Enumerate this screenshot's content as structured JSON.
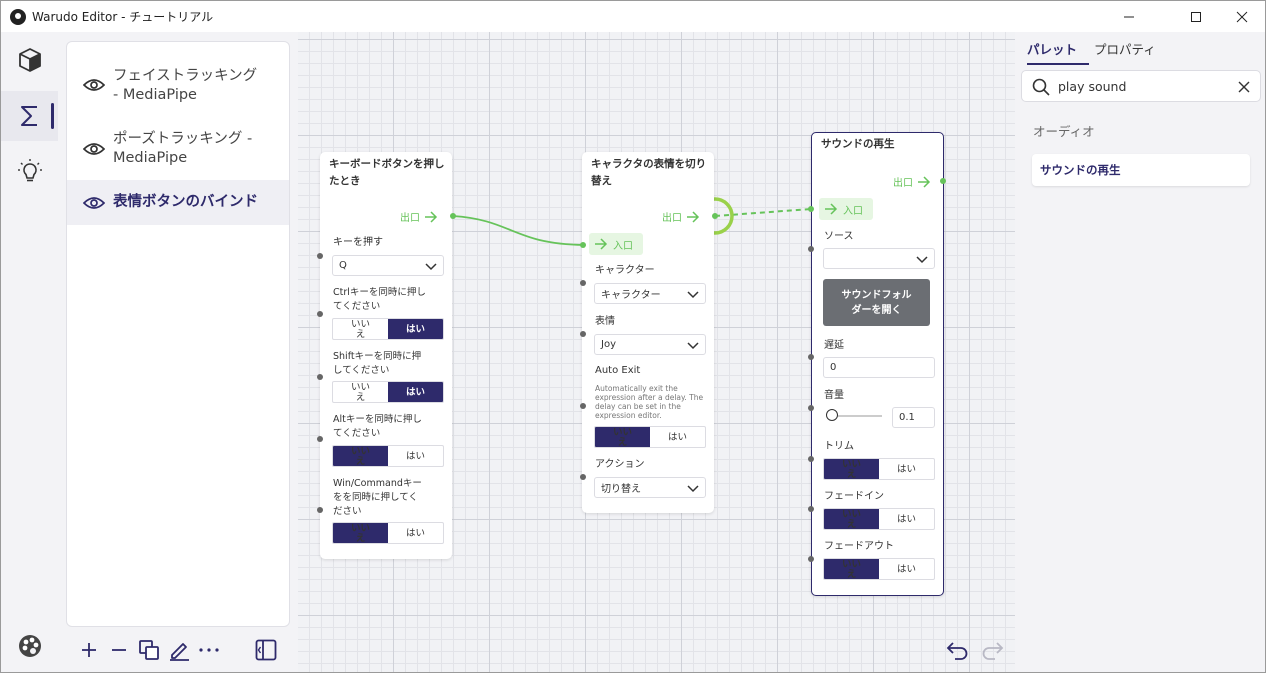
{
  "window": {
    "title": "Warudo Editor - チュートリアル",
    "controls": [
      "minimize-icon",
      "maximize-icon",
      "close-icon"
    ]
  },
  "rail": {
    "items": [
      {
        "icon": "cube-icon"
      },
      {
        "icon": "sigma-icon",
        "active": true
      },
      {
        "icon": "lightbulb-icon"
      }
    ],
    "footer_icon": "palette-icon"
  },
  "outline": {
    "items": [
      {
        "label1": "フェイストラッキング",
        "label2": "- MediaPipe",
        "selected": false
      },
      {
        "label1": "ポーズトラッキング -",
        "label2": "MediaPipe",
        "selected": false
      },
      {
        "label1": "表情ボタンのバインド",
        "label2": "",
        "selected": true
      }
    ],
    "toolbar": [
      "plus-icon",
      "minus-icon",
      "copy-icon",
      "pen-icon",
      "more-icon",
      "collapse-sidebar-icon"
    ]
  },
  "nodes": {
    "keyboard": {
      "title1": "キーボードボタンを押し",
      "title2": "たとき",
      "flow_out": "出口",
      "key_label": "キーを押す",
      "key_value": "Q",
      "ctrl_label1": "Ctrlキーを同時に押し",
      "ctrl_label2": "てください",
      "shift_label1": "Shiftキーを同時に押",
      "shift_label2": "してください",
      "alt_label1": "Altキーを同時に押し",
      "alt_label2": "てください",
      "win_label1": "Win/Commandキー",
      "win_label2": "をを同時に押してく",
      "win_label3": "ださい",
      "no_label1": "いい",
      "no_label2": "え",
      "yes_label": "はい"
    },
    "expression": {
      "title1": "キャラクタの表情を切り",
      "title2": "替え",
      "flow_out": "出口",
      "flow_in": "入口",
      "character_label": "キャラクター",
      "character_value": "キャラクター",
      "expression_label": "表情",
      "expression_value": "Joy",
      "autoexit_label": "Auto Exit",
      "autoexit_desc1": "Automatically exit the",
      "autoexit_desc2": "expression after a delay. The",
      "autoexit_desc3": "delay can be set in the",
      "autoexit_desc4": "expression editor.",
      "action_label": "アクション",
      "action_value": "切り替え",
      "no_label1": "いい",
      "no_label2": "え",
      "yes_label": "はい"
    },
    "sound": {
      "title": "サウンドの再生",
      "flow_out": "出口",
      "flow_in": "入口",
      "source_label": "ソース",
      "source_value": "",
      "open_folder1": "サウンドフォル",
      "open_folder2": "ダーを開く",
      "delay_label": "遅延",
      "delay_value": "0",
      "volume_label": "音量",
      "volume_value": "0.1",
      "volume_fraction": 0,
      "trim_label": "トリム",
      "fadein_label": "フェードイン",
      "fadeout_label": "フェードアウト",
      "no_label1": "いい",
      "no_label2": "え",
      "yes_label": "はい"
    }
  },
  "canvas_toolbar": [
    "undo-icon",
    "redo-icon"
  ],
  "right_panel": {
    "tabs": [
      "パレット",
      "プロパティ"
    ],
    "active_tab": "パレット",
    "search_value": "play sound",
    "category": "オーディオ",
    "result": "サウンドの再生"
  },
  "colors": {
    "accent": "#2e2a6b",
    "flow": "#66c35a",
    "button_gray": "#6b6e73"
  }
}
